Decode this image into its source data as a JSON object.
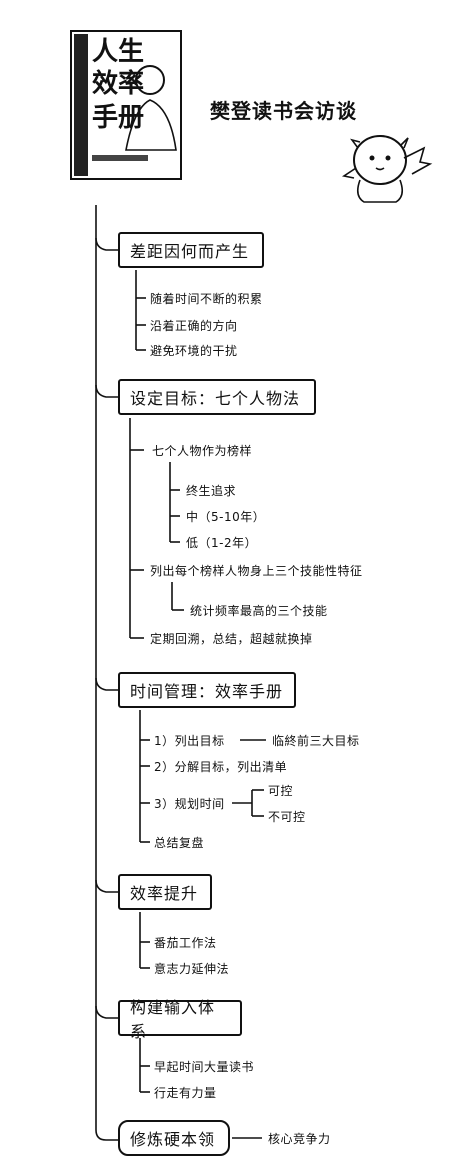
{
  "header": {
    "title": "樊登读书会访谈",
    "book_cover_icon": "book-cover-icon",
    "mascot_icon": "mascot-icon"
  },
  "branches": [
    {
      "label": "差距因何而产生",
      "items": [
        "随着时间不断的积累",
        "沿着正确的方向",
        "避免环境的干扰"
      ]
    },
    {
      "label": "设定目标：七个人物法",
      "items": [
        "七个人物作为榜样",
        "终生追求",
        "中（5-10年）",
        "低（1-2年）",
        "列出每个榜样人物身上三个技能性特征",
        "统计频率最高的三个技能",
        "定期回溯，总结，超越就换掉"
      ]
    },
    {
      "label": "时间管理：效率手册",
      "items": [
        "1）列出目标",
        "临終前三大目标",
        "2）分解目标，列出清单",
        "3）规划时间",
        "可控",
        "不可控",
        "总结复盘"
      ]
    },
    {
      "label": "效率提升",
      "items": [
        "番茄工作法",
        "意志力延伸法"
      ]
    },
    {
      "label": "构建输入体系",
      "items": [
        "早起时间大量读书",
        "行走有力量"
      ]
    },
    {
      "label": "修炼硬本领",
      "items": [
        "核心竞争力"
      ]
    }
  ]
}
